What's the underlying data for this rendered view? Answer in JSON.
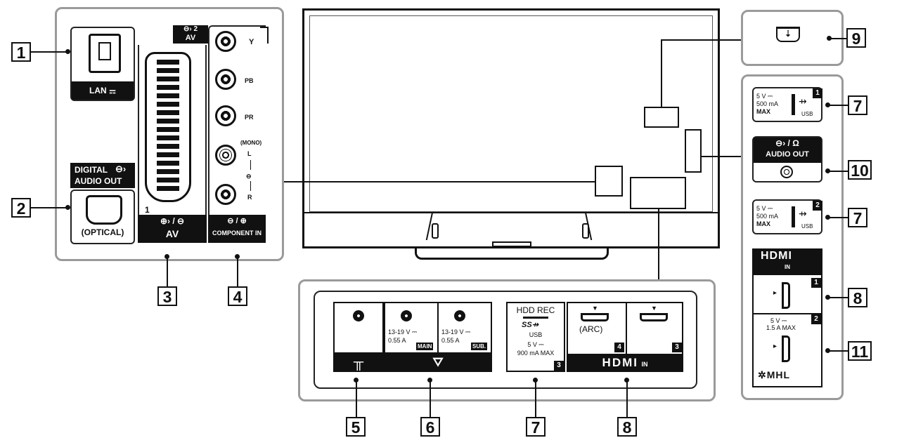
{
  "callouts": {
    "c1": "1",
    "c2": "2",
    "c3": "3",
    "c4": "4",
    "c5": "5",
    "c6": "6",
    "c7a": "7",
    "c7b": "7",
    "c7c": "7",
    "c8a": "8",
    "c8b": "8",
    "c9": "9",
    "c10": "10",
    "c11": "11"
  },
  "left_panel": {
    "lan_label": "LAN",
    "digital_audio_line1": "DIGITAL",
    "digital_audio_line2": "AUDIO OUT",
    "optical_label": "(OPTICAL)",
    "scart_number": "1",
    "scart_label": "AV",
    "av2_number": "2",
    "av2_label": "AV",
    "component_y": "Y",
    "component_pb": "PB",
    "component_pr": "PR",
    "mono_label": "(MONO)",
    "audio_l": "L",
    "audio_r": "R",
    "component_in_label": "COMPONENT IN"
  },
  "right_panel": {
    "usb1_volt": "5 V ⎓",
    "usb1_current": "500 mA",
    "usb1_max": "MAX",
    "usb1_usb": "USB",
    "usb1_num": "1",
    "audio_out_label": "AUDIO OUT",
    "usb2_volt": "5 V ⎓",
    "usb2_current": "500 mA",
    "usb2_max": "MAX",
    "usb2_usb": "USB",
    "usb2_num": "2",
    "hdmi_logo": "HDMI",
    "hdmi_in": "IN",
    "hdmi1_num": "1",
    "hdmi2_num": "2",
    "hdmi2_volt": "5 V ⎓",
    "hdmi2_current": "1.5 A MAX",
    "mhl_label": "MHL"
  },
  "bottom_panel": {
    "main_volt": "13-19 V ⎓",
    "main_current": "0.55 A",
    "main_tag": "MAIN",
    "sub_volt": "13-19 V ⎓",
    "sub_current": "0.55 A",
    "sub_tag": "SUB.",
    "hdd_rec": "HDD REC",
    "ss_logo": "SS",
    "usb_label": "USB",
    "usb3_volt": "5 V ⎓",
    "usb3_current": "900 mA MAX",
    "usb3_num": "3",
    "arc_label": "(ARC)",
    "hdmi4_num": "4",
    "hdmi3_num": "3",
    "hdmi_logo": "HDMI",
    "hdmi_in": "IN"
  },
  "icons": [
    "lan-icon",
    "optical-out-icon",
    "scart-icon",
    "antenna-icon",
    "satellite-icon",
    "usb-icon",
    "headphone-icon",
    "mini-jack-icon",
    "hdmi-port-icon",
    "ir-sensor-icon"
  ],
  "colors": {
    "panel_border": "#9a9a9a",
    "ink": "#111111",
    "background": "#ffffff"
  }
}
